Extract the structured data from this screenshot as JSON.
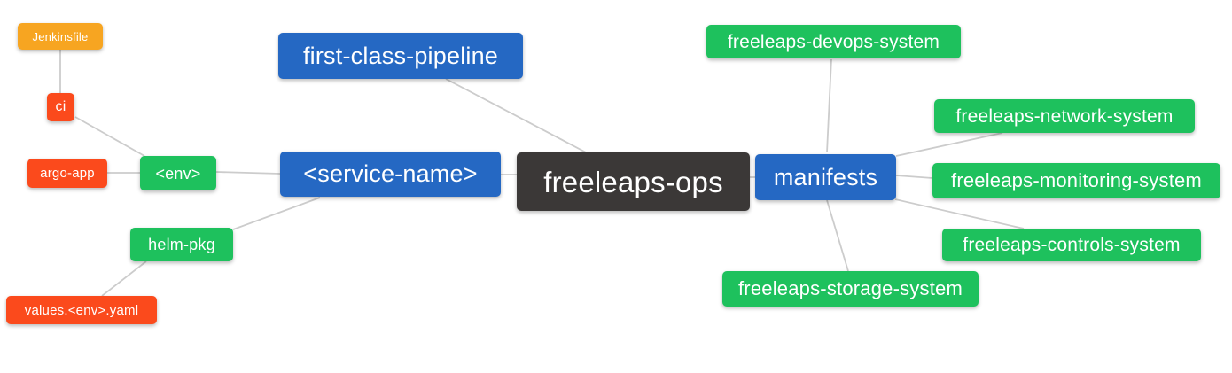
{
  "diagram_title": "freeleaps-ops mind map",
  "palette": {
    "blue": "#2568C3",
    "green": "#1EC15D",
    "red": "#FB4A1C",
    "orange": "#F7A521",
    "dark": "#3B3837",
    "edge": "#CCCCCC",
    "text": "#FFFFFF"
  },
  "nodes": [
    {
      "label": "Jenkinsfile",
      "color": "orange"
    },
    {
      "label": "ci",
      "color": "red"
    },
    {
      "label": "argo-app",
      "color": "red"
    },
    {
      "label": "<env>",
      "color": "green"
    },
    {
      "label": "helm-pkg",
      "color": "green"
    },
    {
      "label": "values.<env>.yaml",
      "color": "red"
    },
    {
      "label": "first-class-pipeline",
      "color": "blue"
    },
    {
      "label": "<service-name>",
      "color": "blue"
    },
    {
      "label": "freeleaps-ops",
      "color": "dark"
    },
    {
      "label": "manifests",
      "color": "blue"
    },
    {
      "label": "freeleaps-devops-system",
      "color": "green"
    },
    {
      "label": "freeleaps-network-system",
      "color": "green"
    },
    {
      "label": "freeleaps-monitoring-system",
      "color": "green"
    },
    {
      "label": "freeleaps-controls-system",
      "color": "green"
    },
    {
      "label": "freeleaps-storage-system",
      "color": "green"
    }
  ],
  "edges": [
    {
      "from": "Jenkinsfile",
      "to": "ci"
    },
    {
      "from": "ci",
      "to": "<env>"
    },
    {
      "from": "argo-app",
      "to": "<env>"
    },
    {
      "from": "<env>",
      "to": "<service-name>"
    },
    {
      "from": "helm-pkg",
      "to": "<service-name>"
    },
    {
      "from": "values.<env>.yaml",
      "to": "helm-pkg"
    },
    {
      "from": "first-class-pipeline",
      "to": "freeleaps-ops"
    },
    {
      "from": "<service-name>",
      "to": "freeleaps-ops"
    },
    {
      "from": "freeleaps-ops",
      "to": "manifests"
    },
    {
      "from": "manifests",
      "to": "freeleaps-devops-system"
    },
    {
      "from": "manifests",
      "to": "freeleaps-network-system"
    },
    {
      "from": "manifests",
      "to": "freeleaps-monitoring-system"
    },
    {
      "from": "manifests",
      "to": "freeleaps-controls-system"
    },
    {
      "from": "manifests",
      "to": "freeleaps-storage-system"
    }
  ]
}
